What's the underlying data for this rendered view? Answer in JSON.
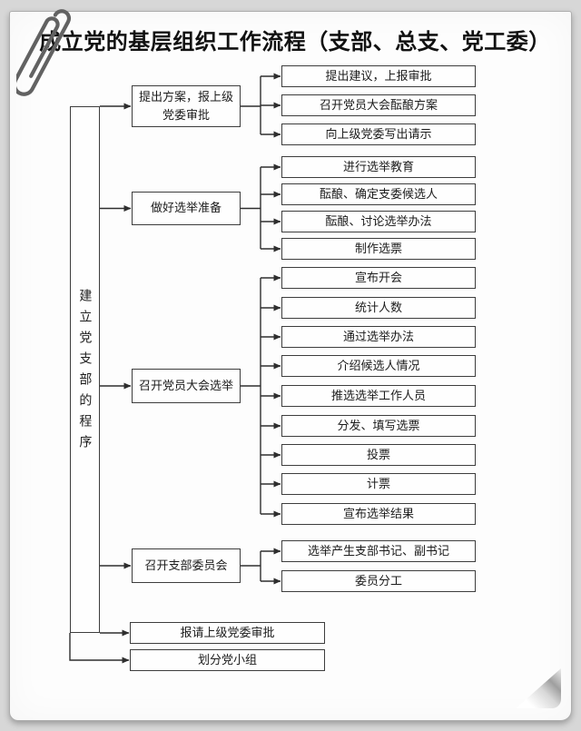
{
  "title": "成立党的基层组织工作流程（支部、总支、党工委）",
  "sidebar_label": "建立党支部的程序",
  "groups": [
    {
      "label": "提出方案，报上级党委审批",
      "children": [
        "提出建议，上报审批",
        "召开党员大会酝酿方案",
        "向上级党委写出请示"
      ]
    },
    {
      "label": "做好选举准备",
      "children": [
        "进行选举教育",
        "酝酿、确定支委候选人",
        "酝酿、讨论选举办法",
        "制作选票"
      ]
    },
    {
      "label": "召开党员大会选举",
      "children": [
        "宣布开会",
        "统计人数",
        "通过选举办法",
        "介绍候选人情况",
        "推选选举工作人员",
        "分发、填写选票",
        "投票",
        "计票",
        "宣布选举结果"
      ]
    },
    {
      "label": "召开支部委员会",
      "children": [
        "选举产生支部书记、副书记",
        "委员分工"
      ]
    }
  ],
  "final_steps": [
    "报请上级党委审批",
    "划分党小组"
  ],
  "colors": {
    "background": "#d7d7d7",
    "paper": "#fdfdfd",
    "line": "#2e2e2e",
    "box_border": "#3d3d3d",
    "text": "#1c1c1c"
  }
}
